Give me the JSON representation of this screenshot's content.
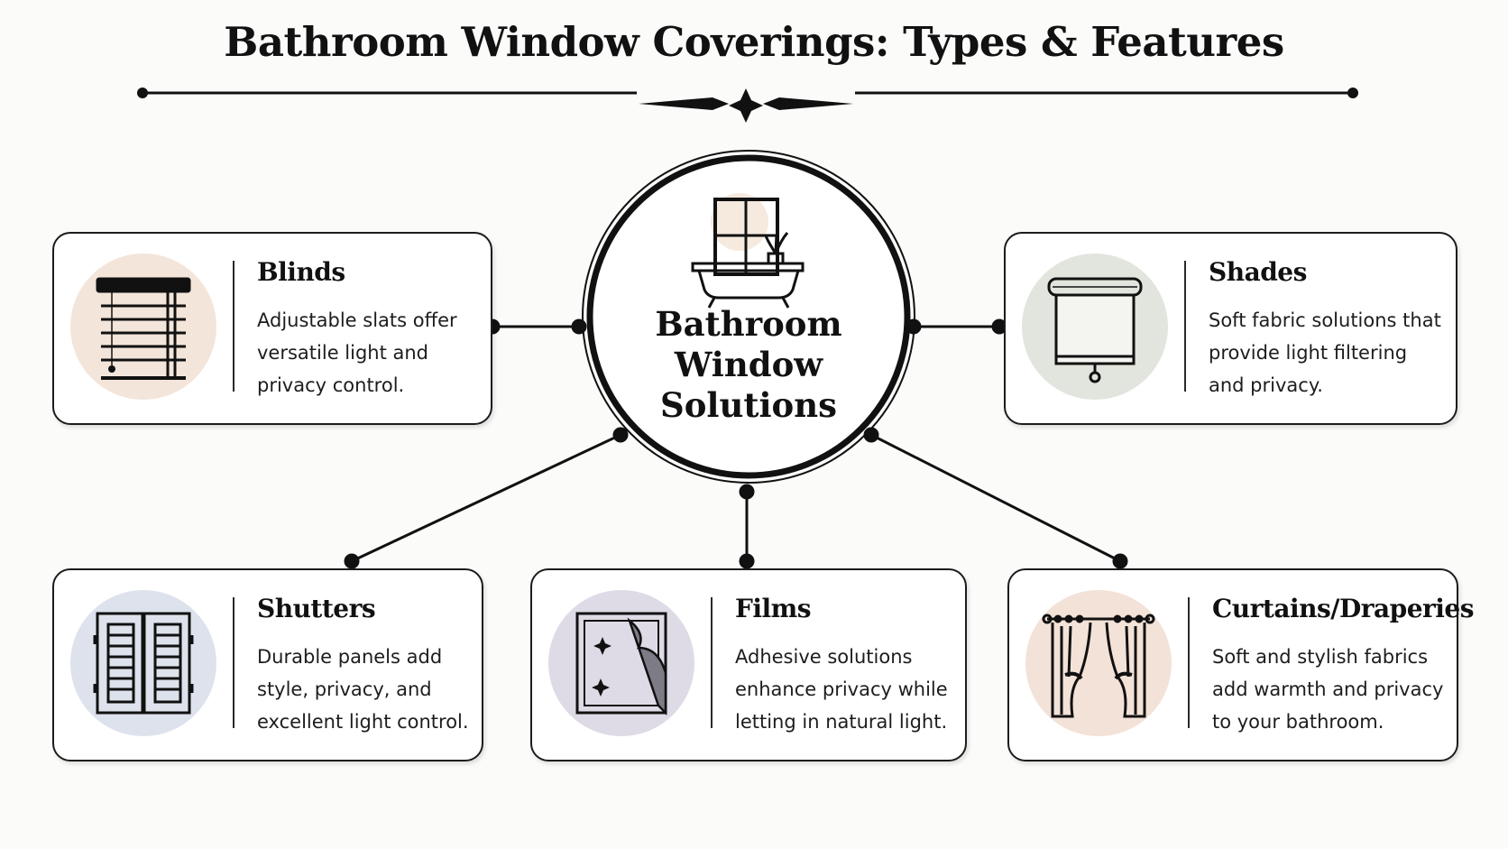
{
  "title": "Bathroom Window Coverings: Types & Features",
  "center": {
    "label_lines": [
      "Bathroom",
      "Window",
      "Solutions"
    ],
    "icon": "bathtub-window-icon"
  },
  "cards": [
    {
      "id": "blinds",
      "title": "Blinds",
      "description": "Adjustable slats offer versatile light and privacy control.",
      "icon": "blinds-icon",
      "circle_color": "#f3e5da"
    },
    {
      "id": "shades",
      "title": "Shades",
      "description": "Soft fabric solutions that provide light filtering and privacy.",
      "icon": "roller-shade-icon",
      "circle_color": "#e2e5dd"
    },
    {
      "id": "shutters",
      "title": "Shutters",
      "description": "Durable panels add style, privacy, and excellent light control.",
      "icon": "shutters-icon",
      "circle_color": "#dde2ec"
    },
    {
      "id": "films",
      "title": "Films",
      "description": "Adhesive solutions enhance privacy while letting in natural light.",
      "icon": "window-film-icon",
      "circle_color": "#dedbe6"
    },
    {
      "id": "curtains",
      "title": "Curtains/Draperies",
      "description": "Soft and stylish fabrics add warmth and privacy to your bathroom.",
      "icon": "curtains-icon",
      "circle_color": "#f3e2d8"
    }
  ],
  "colors": {
    "ink": "#111111",
    "background": "#fbfbfa"
  }
}
